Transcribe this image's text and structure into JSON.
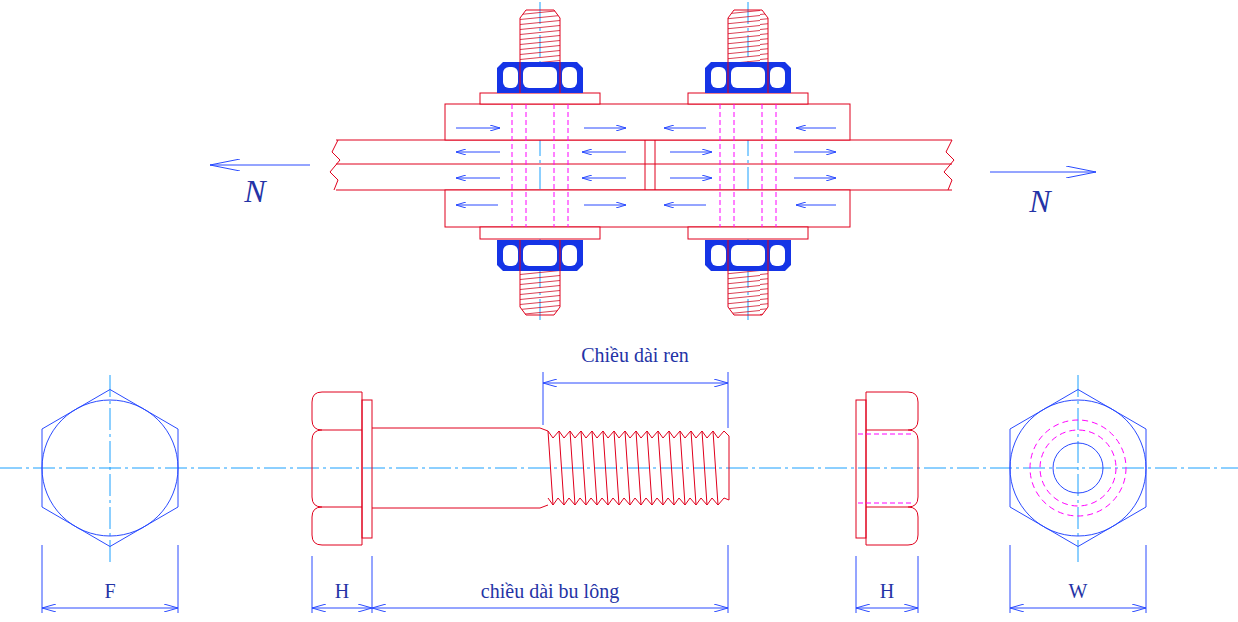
{
  "diagram": {
    "labels": [
      "N",
      "N",
      "Chiều dài ren",
      "F",
      "H",
      "chiều dài bu lông",
      "H",
      "W"
    ]
  }
}
